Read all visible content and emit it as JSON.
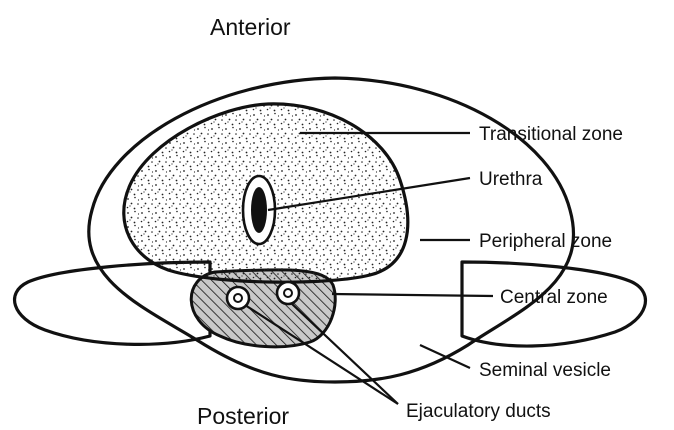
{
  "orientation": {
    "top": "Anterior",
    "bottom": "Posterior"
  },
  "labels": {
    "transitional_zone": "Transitional zone",
    "urethra": "Urethra",
    "peripheral_zone": "Peripheral zone",
    "central_zone": "Central zone",
    "seminal_vesicle": "Seminal vesicle",
    "ejaculatory_ducts": "Ejaculatory ducts"
  },
  "colors": {
    "line": "#111111",
    "background": "#ffffff"
  }
}
